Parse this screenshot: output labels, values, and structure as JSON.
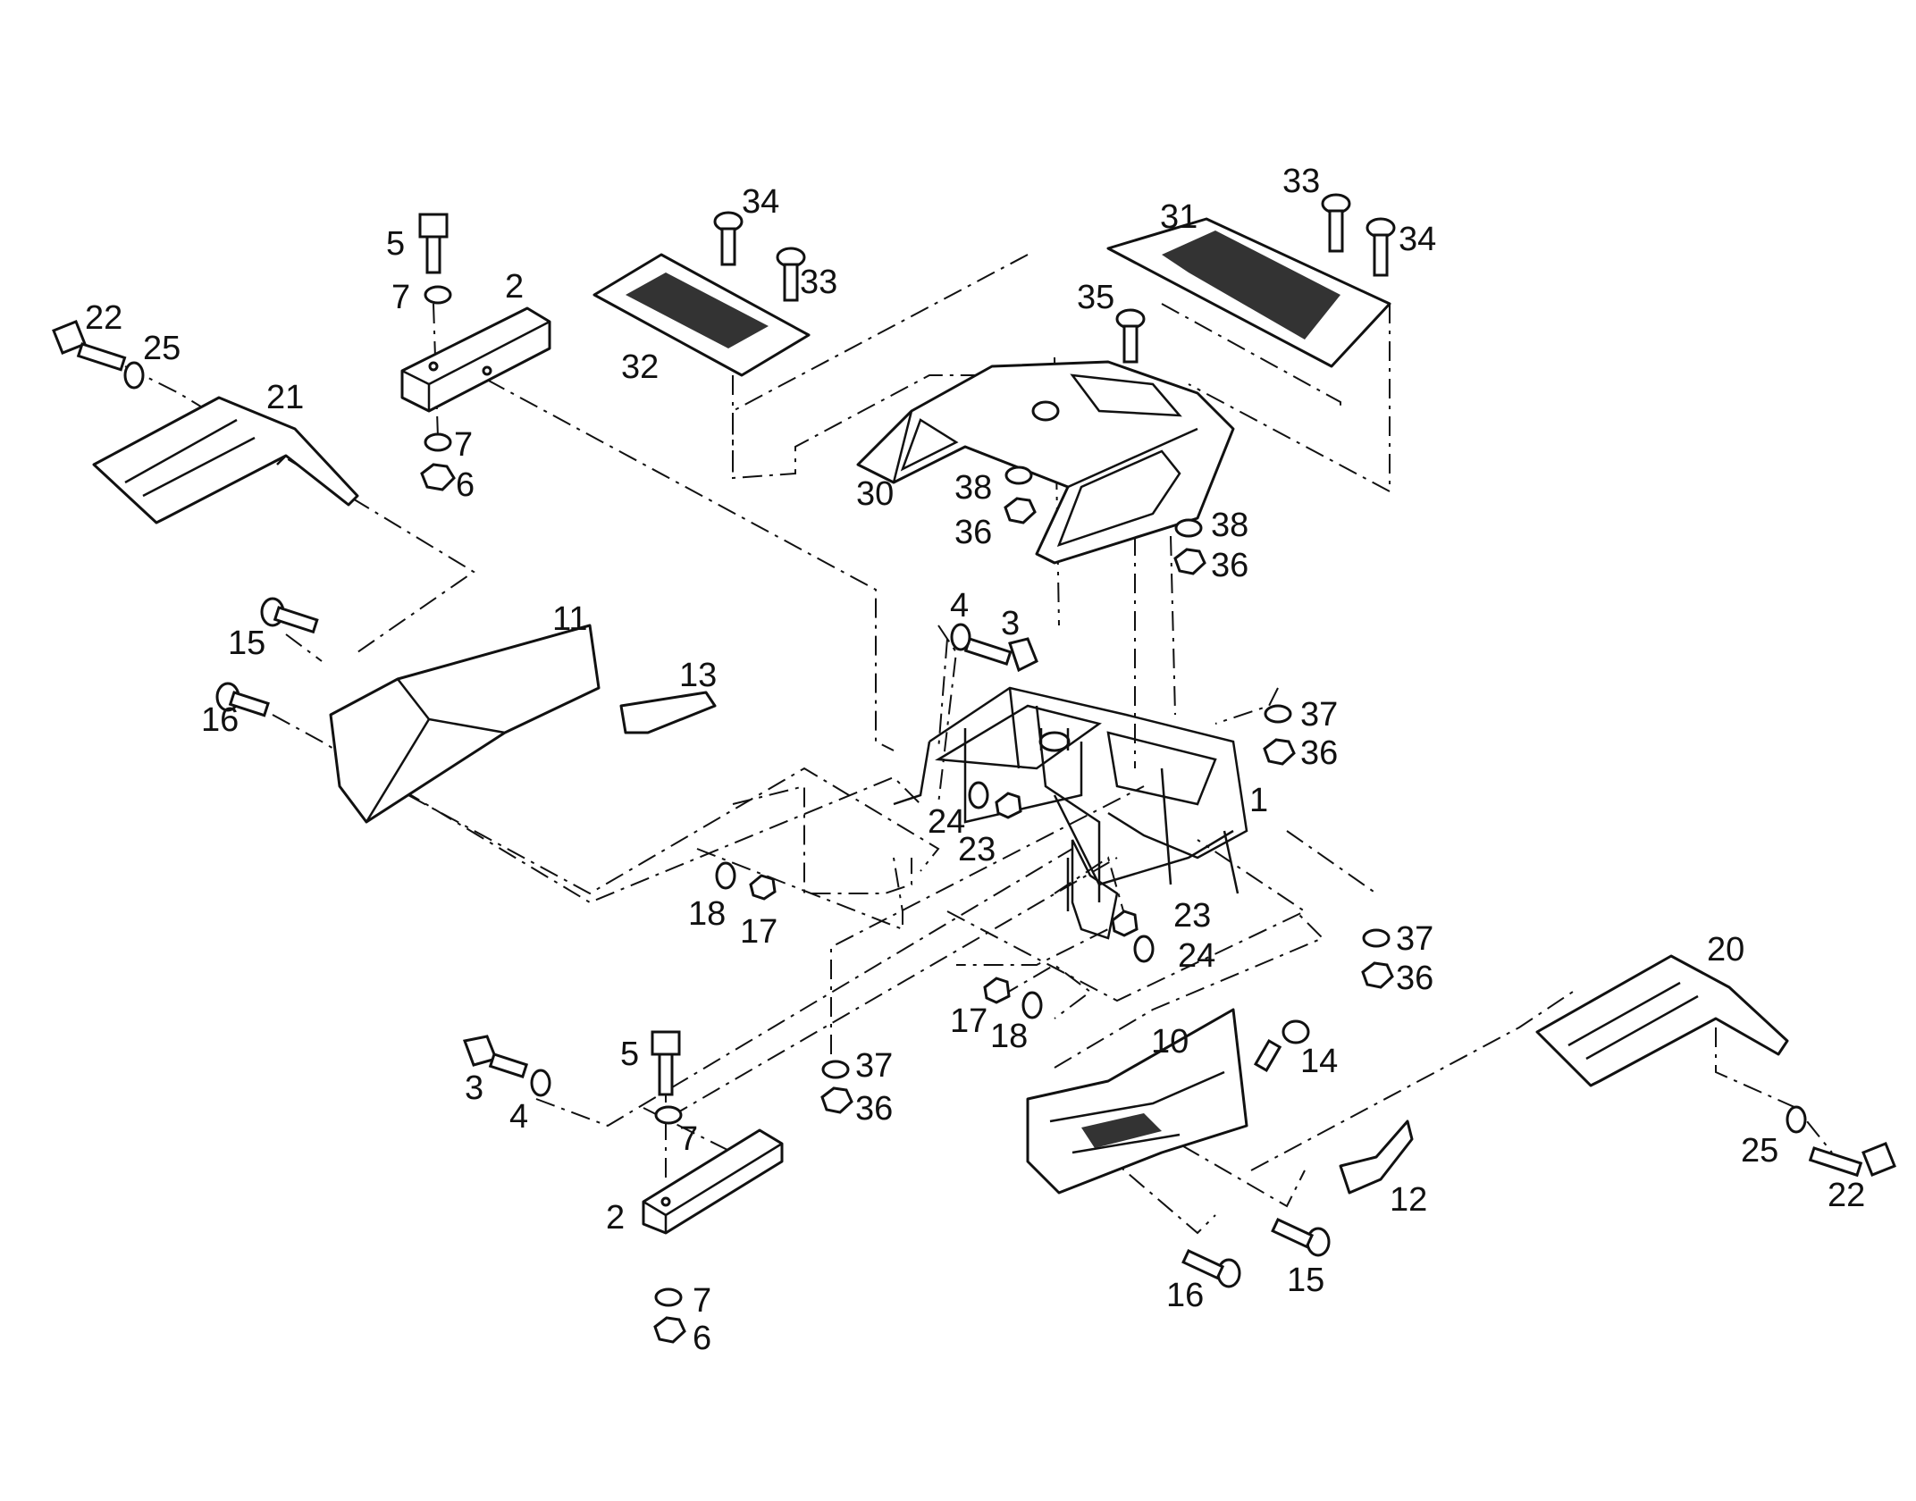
{
  "callouts": [
    "1",
    "2",
    "3",
    "4",
    "5",
    "6",
    "7",
    "10",
    "11",
    "12",
    "13",
    "14",
    "15",
    "16",
    "17",
    "18",
    "20",
    "21",
    "22",
    "23",
    "24",
    "25",
    "30",
    "31",
    "32",
    "33",
    "34",
    "35",
    "36",
    "37",
    "38"
  ]
}
